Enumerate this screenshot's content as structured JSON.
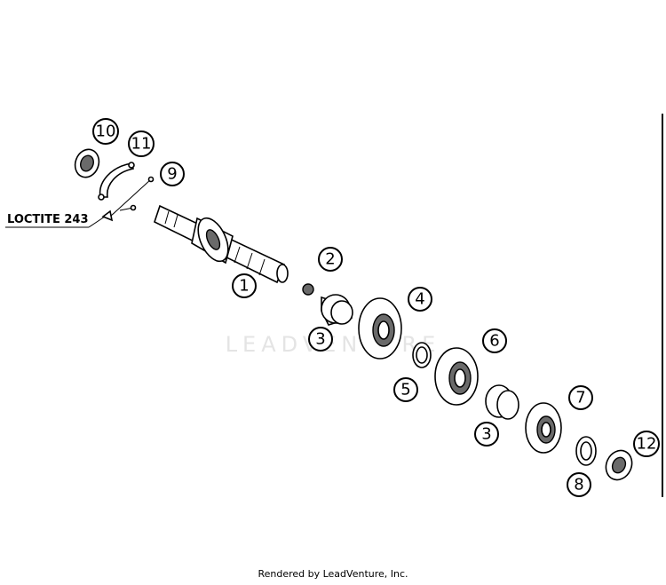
{
  "watermark": "LEADVENTURE",
  "loctite_label": "LOCTITE 243",
  "callouts": [
    {
      "num": "1"
    },
    {
      "num": "2"
    },
    {
      "num": "3"
    },
    {
      "num": "3"
    },
    {
      "num": "4"
    },
    {
      "num": "5"
    },
    {
      "num": "6"
    },
    {
      "num": "7"
    },
    {
      "num": "8"
    },
    {
      "num": "9"
    },
    {
      "num": "10"
    },
    {
      "num": "11"
    },
    {
      "num": "12"
    }
  ],
  "footer": "Rendered by LeadVenture, Inc."
}
